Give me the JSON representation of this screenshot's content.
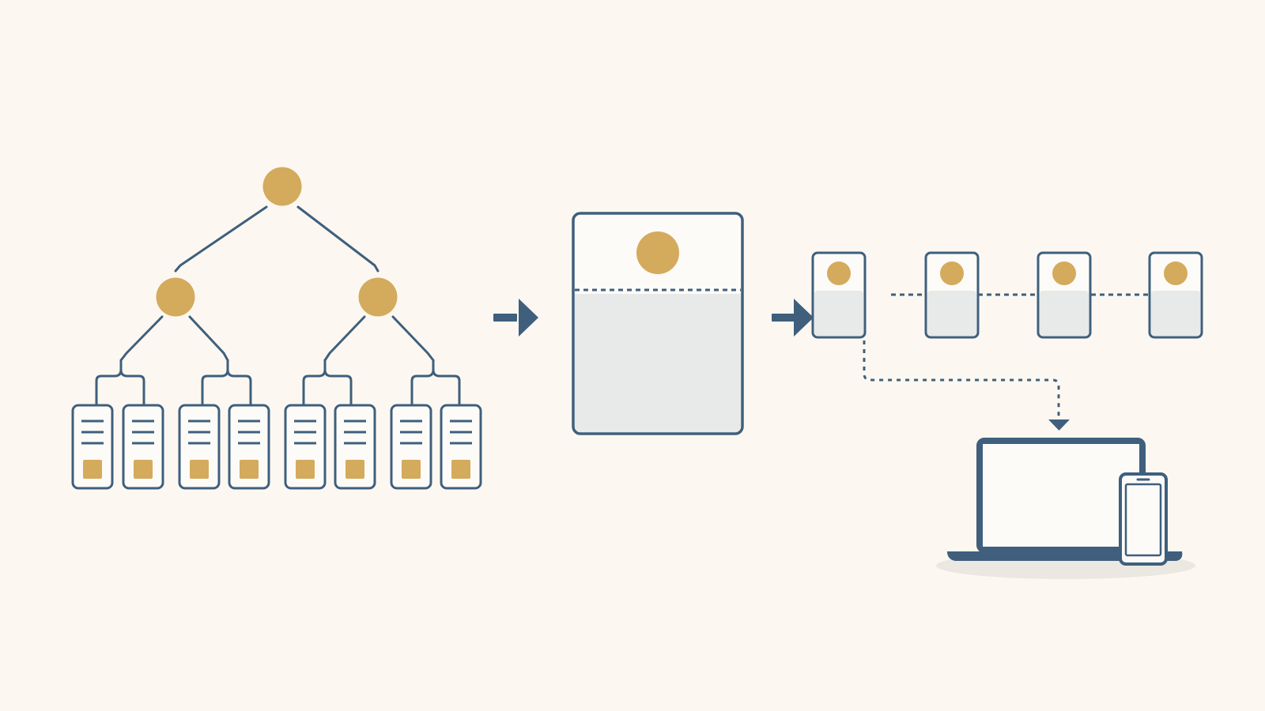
{
  "colors": {
    "background": "#fcf8f1",
    "stroke": "#3f5f7d",
    "accent": "#d4aa5c",
    "fill_light": "#e8e9e9",
    "shadow": "#ebe8e1",
    "doc_bg": "#fcfbf8"
  },
  "tree": {
    "root": "gold-circle",
    "levels": 2,
    "leaf_documents": 8,
    "leaf_icon": "document-icon"
  },
  "flow_arrows": [
    "arrow-right-icon",
    "arrow-right-icon"
  ],
  "container": {
    "icon": "gold-circle",
    "section": "filled-lower-area"
  },
  "cards": {
    "count": 4,
    "icon": "gold-circle",
    "link": "dotted-line"
  },
  "output": {
    "connector": "dotted-arrow-down",
    "devices": [
      "laptop-icon",
      "phone-icon"
    ]
  }
}
